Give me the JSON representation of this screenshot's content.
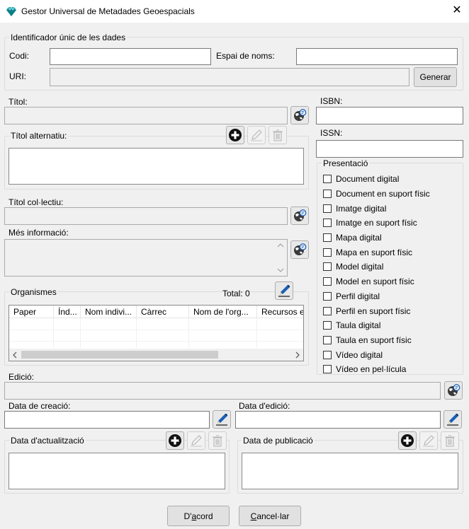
{
  "window": {
    "title": "Gestor Universal de Metadades Geoespacials",
    "close_glyph": "✕"
  },
  "identifier": {
    "group_label": "Identificador únic de les dades",
    "codi_label": "Codi:",
    "codi_value": "",
    "namespace_label": "Espai de noms:",
    "namespace_value": "",
    "uri_label": "URI:",
    "generate_button": "Generar"
  },
  "title": {
    "label": "Títol:"
  },
  "alt_title": {
    "label": "Títol alternatiu:"
  },
  "collective_title": {
    "label": "Títol col·lectiu:"
  },
  "more_info": {
    "label": "Més informació:"
  },
  "organisms": {
    "label": "Organismes",
    "total_label": "Total: 0",
    "columns": [
      "Paper",
      "Índ...",
      "Nom indivi...",
      "Càrrec",
      "Nom de l'org...",
      "Recursos e..."
    ]
  },
  "isbn": {
    "label": "ISBN:",
    "value": ""
  },
  "issn": {
    "label": "ISSN:",
    "value": ""
  },
  "presentation": {
    "label": "Presentació",
    "options": [
      {
        "label": "Document digital",
        "checked": false
      },
      {
        "label": "Document en suport físic",
        "checked": false
      },
      {
        "label": "Imatge digital",
        "checked": false
      },
      {
        "label": "Imatge en suport físic",
        "checked": false
      },
      {
        "label": "Mapa digital",
        "checked": false
      },
      {
        "label": "Mapa en suport físic",
        "checked": false
      },
      {
        "label": "Model digital",
        "checked": false
      },
      {
        "label": "Model en suport físic",
        "checked": false
      },
      {
        "label": "Perfil digital",
        "checked": false
      },
      {
        "label": "Perfil en suport físic",
        "checked": false
      },
      {
        "label": "Taula digital",
        "checked": false
      },
      {
        "label": "Taula en suport físic",
        "checked": false
      },
      {
        "label": "Vídeo digital",
        "checked": false
      },
      {
        "label": "Vídeo en pel·lícula",
        "checked": false
      }
    ]
  },
  "edition": {
    "label": "Edició:"
  },
  "creation_date": {
    "label": "Data de creació:",
    "value": ""
  },
  "edition_date": {
    "label": "Data d'edició:",
    "value": ""
  },
  "update_date": {
    "label": "Data d'actualització"
  },
  "publication_date": {
    "label": "Data de publicació"
  },
  "footer": {
    "ok_prefix": "D'",
    "ok_accel": "a",
    "ok_suffix": "cord",
    "cancel_accel": "C",
    "cancel_suffix": "ancel·lar"
  },
  "colors": {
    "accent": "#1a5fb4",
    "icon_teal": "#19a0a8"
  }
}
